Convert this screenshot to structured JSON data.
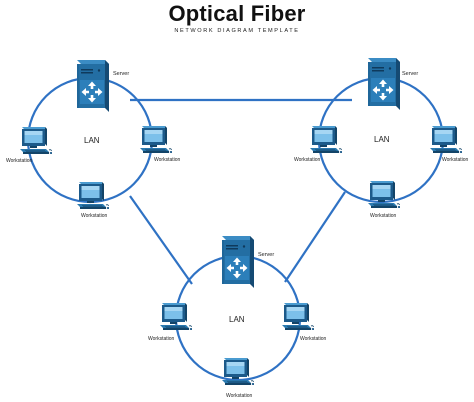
{
  "header": {
    "title": "Optical Fiber",
    "subtitle": "NETWORK DIAGRAM TEMPLATE"
  },
  "colors": {
    "ring": "#2f72c4",
    "device_dark": "#1c5a8a",
    "device_mid": "#2a7ab0",
    "device_light": "#5aa7d8",
    "screen": "#8ec6ea"
  },
  "labels": {
    "server": "Server",
    "lan": "LAN",
    "workstation": "Workstation"
  },
  "icons": {
    "server": "server-icon",
    "workstation": "workstation-icon"
  },
  "networks": [
    {
      "name": "left-lan",
      "lan_label": "LAN",
      "server_label": "Server",
      "workstations": [
        "Workstation",
        "Workstation",
        "Workstation"
      ]
    },
    {
      "name": "right-lan",
      "lan_label": "LAN",
      "server_label": "Server",
      "workstations": [
        "Workstation",
        "Workstation",
        "Workstation"
      ]
    },
    {
      "name": "bottom-lan",
      "lan_label": "LAN",
      "server_label": "Server",
      "workstations": [
        "Workstation",
        "Workstation",
        "Workstation"
      ]
    }
  ]
}
